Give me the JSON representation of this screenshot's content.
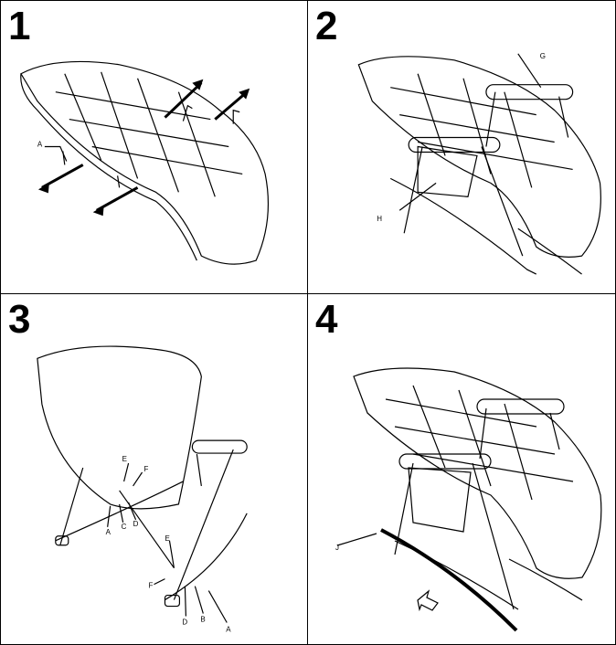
{
  "steps": [
    {
      "number": "1",
      "labels": [
        "A"
      ]
    },
    {
      "number": "2",
      "labels": [
        "G",
        "H"
      ]
    },
    {
      "number": "3",
      "labels": [
        "E",
        "F",
        "A",
        "C",
        "D",
        "E",
        "F",
        "D",
        "B",
        "A"
      ]
    },
    {
      "number": "4",
      "labels": [
        "J"
      ]
    }
  ]
}
